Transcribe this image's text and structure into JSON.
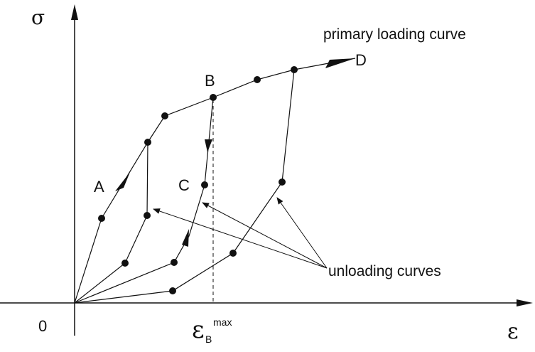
{
  "labels": {
    "sigma": "σ",
    "epsilon": "ε",
    "origin": "0",
    "eps_b_main": "ε",
    "eps_b_sup": "max",
    "eps_b_sub": "B",
    "point_a": "A",
    "point_b": "B",
    "point_c": "C",
    "point_d": "D",
    "primary_curve": "primary loading curve",
    "unloading_curves": "unloading curves"
  }
}
